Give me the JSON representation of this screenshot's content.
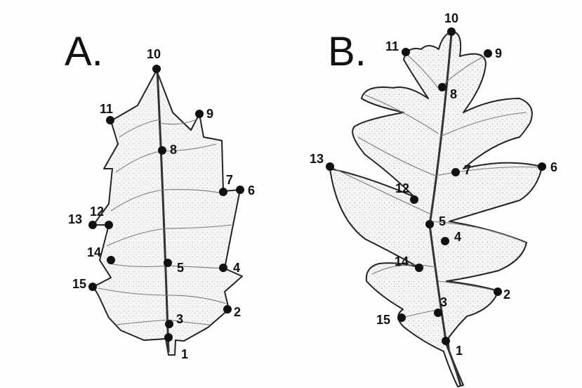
{
  "panels": [
    {
      "label": "A.",
      "landmarks": [
        "1",
        "2",
        "3",
        "4",
        "5",
        "6",
        "7",
        "8",
        "9",
        "10",
        "11",
        "12",
        "13",
        "14",
        "15"
      ]
    },
    {
      "label": "B.",
      "landmarks": [
        "1",
        "2",
        "3",
        "4",
        "5",
        "6",
        "7",
        "8",
        "9",
        "10",
        "11",
        "12",
        "13",
        "14",
        "15"
      ]
    }
  ],
  "colors": {
    "ink": "#111111",
    "leaf_fill": "#f4f4f4",
    "vein": "#7a7a7a"
  }
}
